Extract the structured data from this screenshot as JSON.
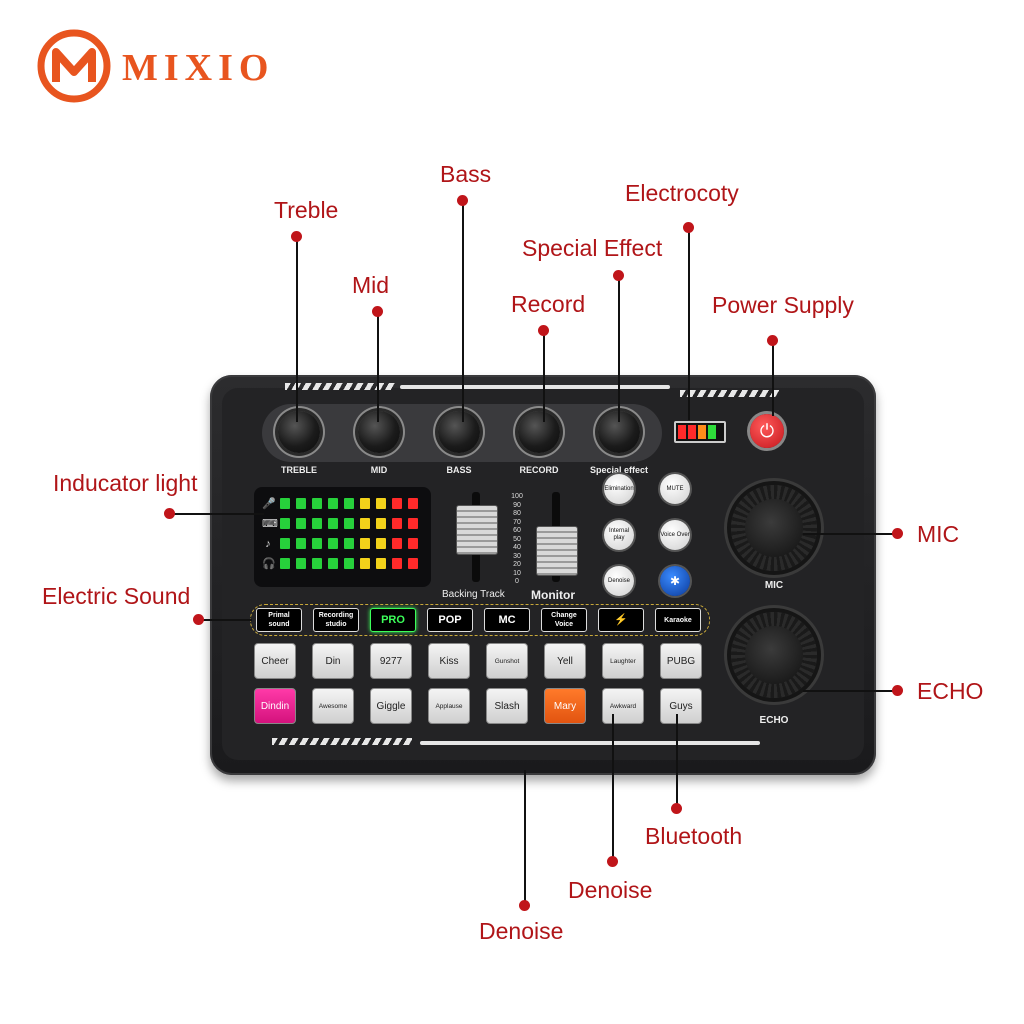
{
  "brand": {
    "name": "MIXIO",
    "logo_icon": "mixio-logo-icon",
    "color": "#e8551f"
  },
  "annotation_color": "#b01518",
  "annotations": {
    "treble": "Treble",
    "mid": "Mid",
    "bass": "Bass",
    "record": "Record",
    "special_effect": "Special Effect",
    "electrocoty": "Electrocoty",
    "power_supply": "Power Supply",
    "indicator_light": "Inducator light",
    "electric_sound": "Electric Sound",
    "mic": "MIC",
    "echo": "ECHO",
    "bluetooth": "Bluetooth",
    "denoise_mid": "Denoise",
    "denoise_bottom": "Denoise"
  },
  "device": {
    "knobs": [
      {
        "id": "treble",
        "label": "TREBLE"
      },
      {
        "id": "mid",
        "label": "MID"
      },
      {
        "id": "bass",
        "label": "BASS"
      },
      {
        "id": "record",
        "label": "RECORD"
      },
      {
        "id": "special",
        "label": "Special effect"
      }
    ],
    "battery_colors": [
      "#ff2a2a",
      "#ff2a2a",
      "#ff8c1a",
      "#2edc3a"
    ],
    "meter_icons": [
      "mic-icon",
      "keyboard-icon",
      "music-note-icon",
      "headphones-icon"
    ],
    "fader_scale": [
      "100",
      "90",
      "80",
      "70",
      "60",
      "50",
      "40",
      "30",
      "20",
      "10",
      "0"
    ],
    "fader_labels": {
      "backing": "Backing Track",
      "monitor": "Monitor"
    },
    "function_buttons": [
      {
        "id": "elimination",
        "label": "Elimination"
      },
      {
        "id": "mute",
        "label": "MUTE"
      },
      {
        "id": "internal",
        "label": "Internal play"
      },
      {
        "id": "voiceover",
        "label": "Voice Over"
      },
      {
        "id": "denoise",
        "label": "Denoise"
      },
      {
        "id": "bluetooth",
        "label": ""
      }
    ],
    "big_knobs": {
      "mic": "MIC",
      "echo": "ECHO"
    },
    "modes": [
      {
        "label": "Primal sound",
        "small": true
      },
      {
        "label": "Recording studio",
        "small": true
      },
      {
        "label": "PRO",
        "small": false
      },
      {
        "label": "POP",
        "small": false
      },
      {
        "label": "MC",
        "small": false
      },
      {
        "label": "Change Voice",
        "small": true
      },
      {
        "label": "⚡",
        "small": false
      },
      {
        "label": "Karaoke",
        "small": true
      }
    ],
    "pads_row1": [
      "Cheer",
      "Din",
      "9277",
      "Kiss",
      "Gunshot",
      "Yell",
      "Laughter",
      "PUBG"
    ],
    "pads_row2": [
      "Dindin",
      "Awesome",
      "Giggle",
      "Applause",
      "Slash",
      "Mary",
      "Awkward",
      "Guys"
    ]
  }
}
